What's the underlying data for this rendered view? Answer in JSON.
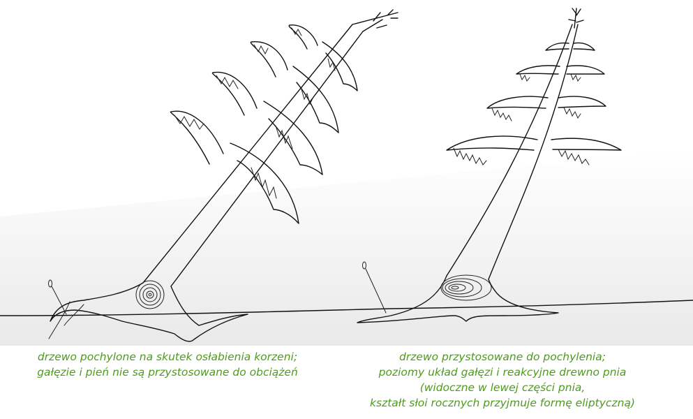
{
  "captions": {
    "left": [
      "drzewo pochylone na skutek osłabienia korzeni;",
      "gałęzie i pień nie są przystosowane do obciążeń"
    ],
    "right": [
      "drzewo przystosowane do pochylenia;",
      "poziomy układ gałęzi i reakcyjne drewno pnia",
      "(widoczne w lewej części pnia,",
      "kształt słoi rocznych przyjmuje formę eliptyczną)"
    ]
  },
  "colors": {
    "caption_text": "#4e9a1f",
    "ink": "#111111",
    "ground_shade": "#ebebeb"
  }
}
